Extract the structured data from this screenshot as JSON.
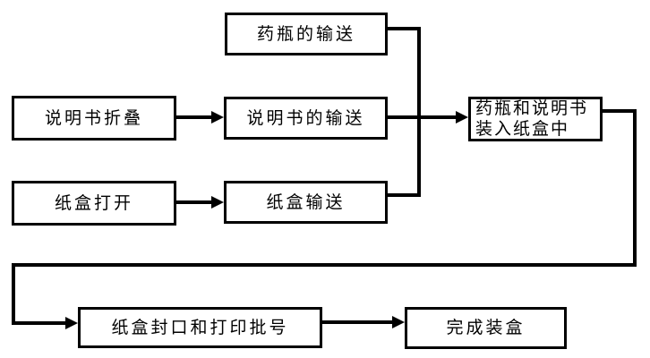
{
  "diagram": {
    "type": "flowchart",
    "background_color": "#ffffff",
    "line_color": "#000000",
    "box_border_color": "#000000",
    "text_color": "#000000",
    "nodes": {
      "bottle_convey": {
        "label": "药瓶的输送"
      },
      "leaflet_fold": {
        "label": "说明书折叠"
      },
      "leaflet_convey": {
        "label": "说明书的输送"
      },
      "load_carton": {
        "label_line1": "药瓶和说明书",
        "label_line2": "装入纸盒中"
      },
      "carton_open": {
        "label": "纸盒打开"
      },
      "carton_convey": {
        "label": "纸盒输送"
      },
      "seal_print": {
        "label": "纸盒封口和打印批号"
      },
      "complete": {
        "label": "完成装盒"
      }
    },
    "edges": [
      {
        "from": "说明书折叠",
        "to": "说明书的输送"
      },
      {
        "from": "纸盒打开",
        "to": "纸盒输送"
      },
      {
        "from": "药瓶的输送",
        "to": "药瓶和说明书装入纸盒中"
      },
      {
        "from": "说明书的输送",
        "to": "药瓶和说明书装入纸盒中"
      },
      {
        "from": "纸盒输送",
        "to": "药瓶和说明书装入纸盒中"
      },
      {
        "from": "药瓶和说明书装入纸盒中",
        "to": "纸盒封口和打印批号"
      },
      {
        "from": "纸盒封口和打印批号",
        "to": "完成装盒"
      }
    ]
  }
}
